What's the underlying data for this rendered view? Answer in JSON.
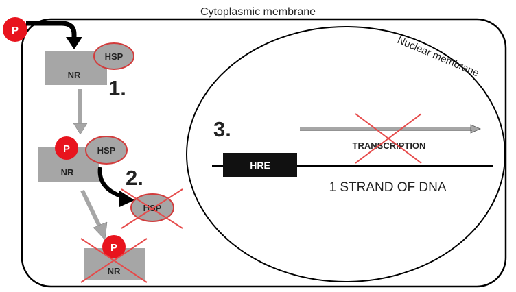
{
  "labels": {
    "cytoplasmic_membrane": "Cytoplasmic membrane",
    "nuclear_membrane": "Nuclear membrane",
    "step1": "1.",
    "step2": "2.",
    "step3": "3.",
    "nr": "NR",
    "hsp": "HSP",
    "phosphate": "P",
    "hre": "HRE",
    "transcription": "TRANSCRIPTION",
    "dna_strand": "1 STRAND OF DNA"
  },
  "colors": {
    "phosphate_fill": "#e8141e",
    "receptor_fill": "#a6a6a6",
    "hsp_fill": "#a6a6a6",
    "hsp_border": "#d23c3c",
    "cross_color": "#e64a4a",
    "hre_fill": "#111111",
    "membrane_stroke": "#000000"
  }
}
